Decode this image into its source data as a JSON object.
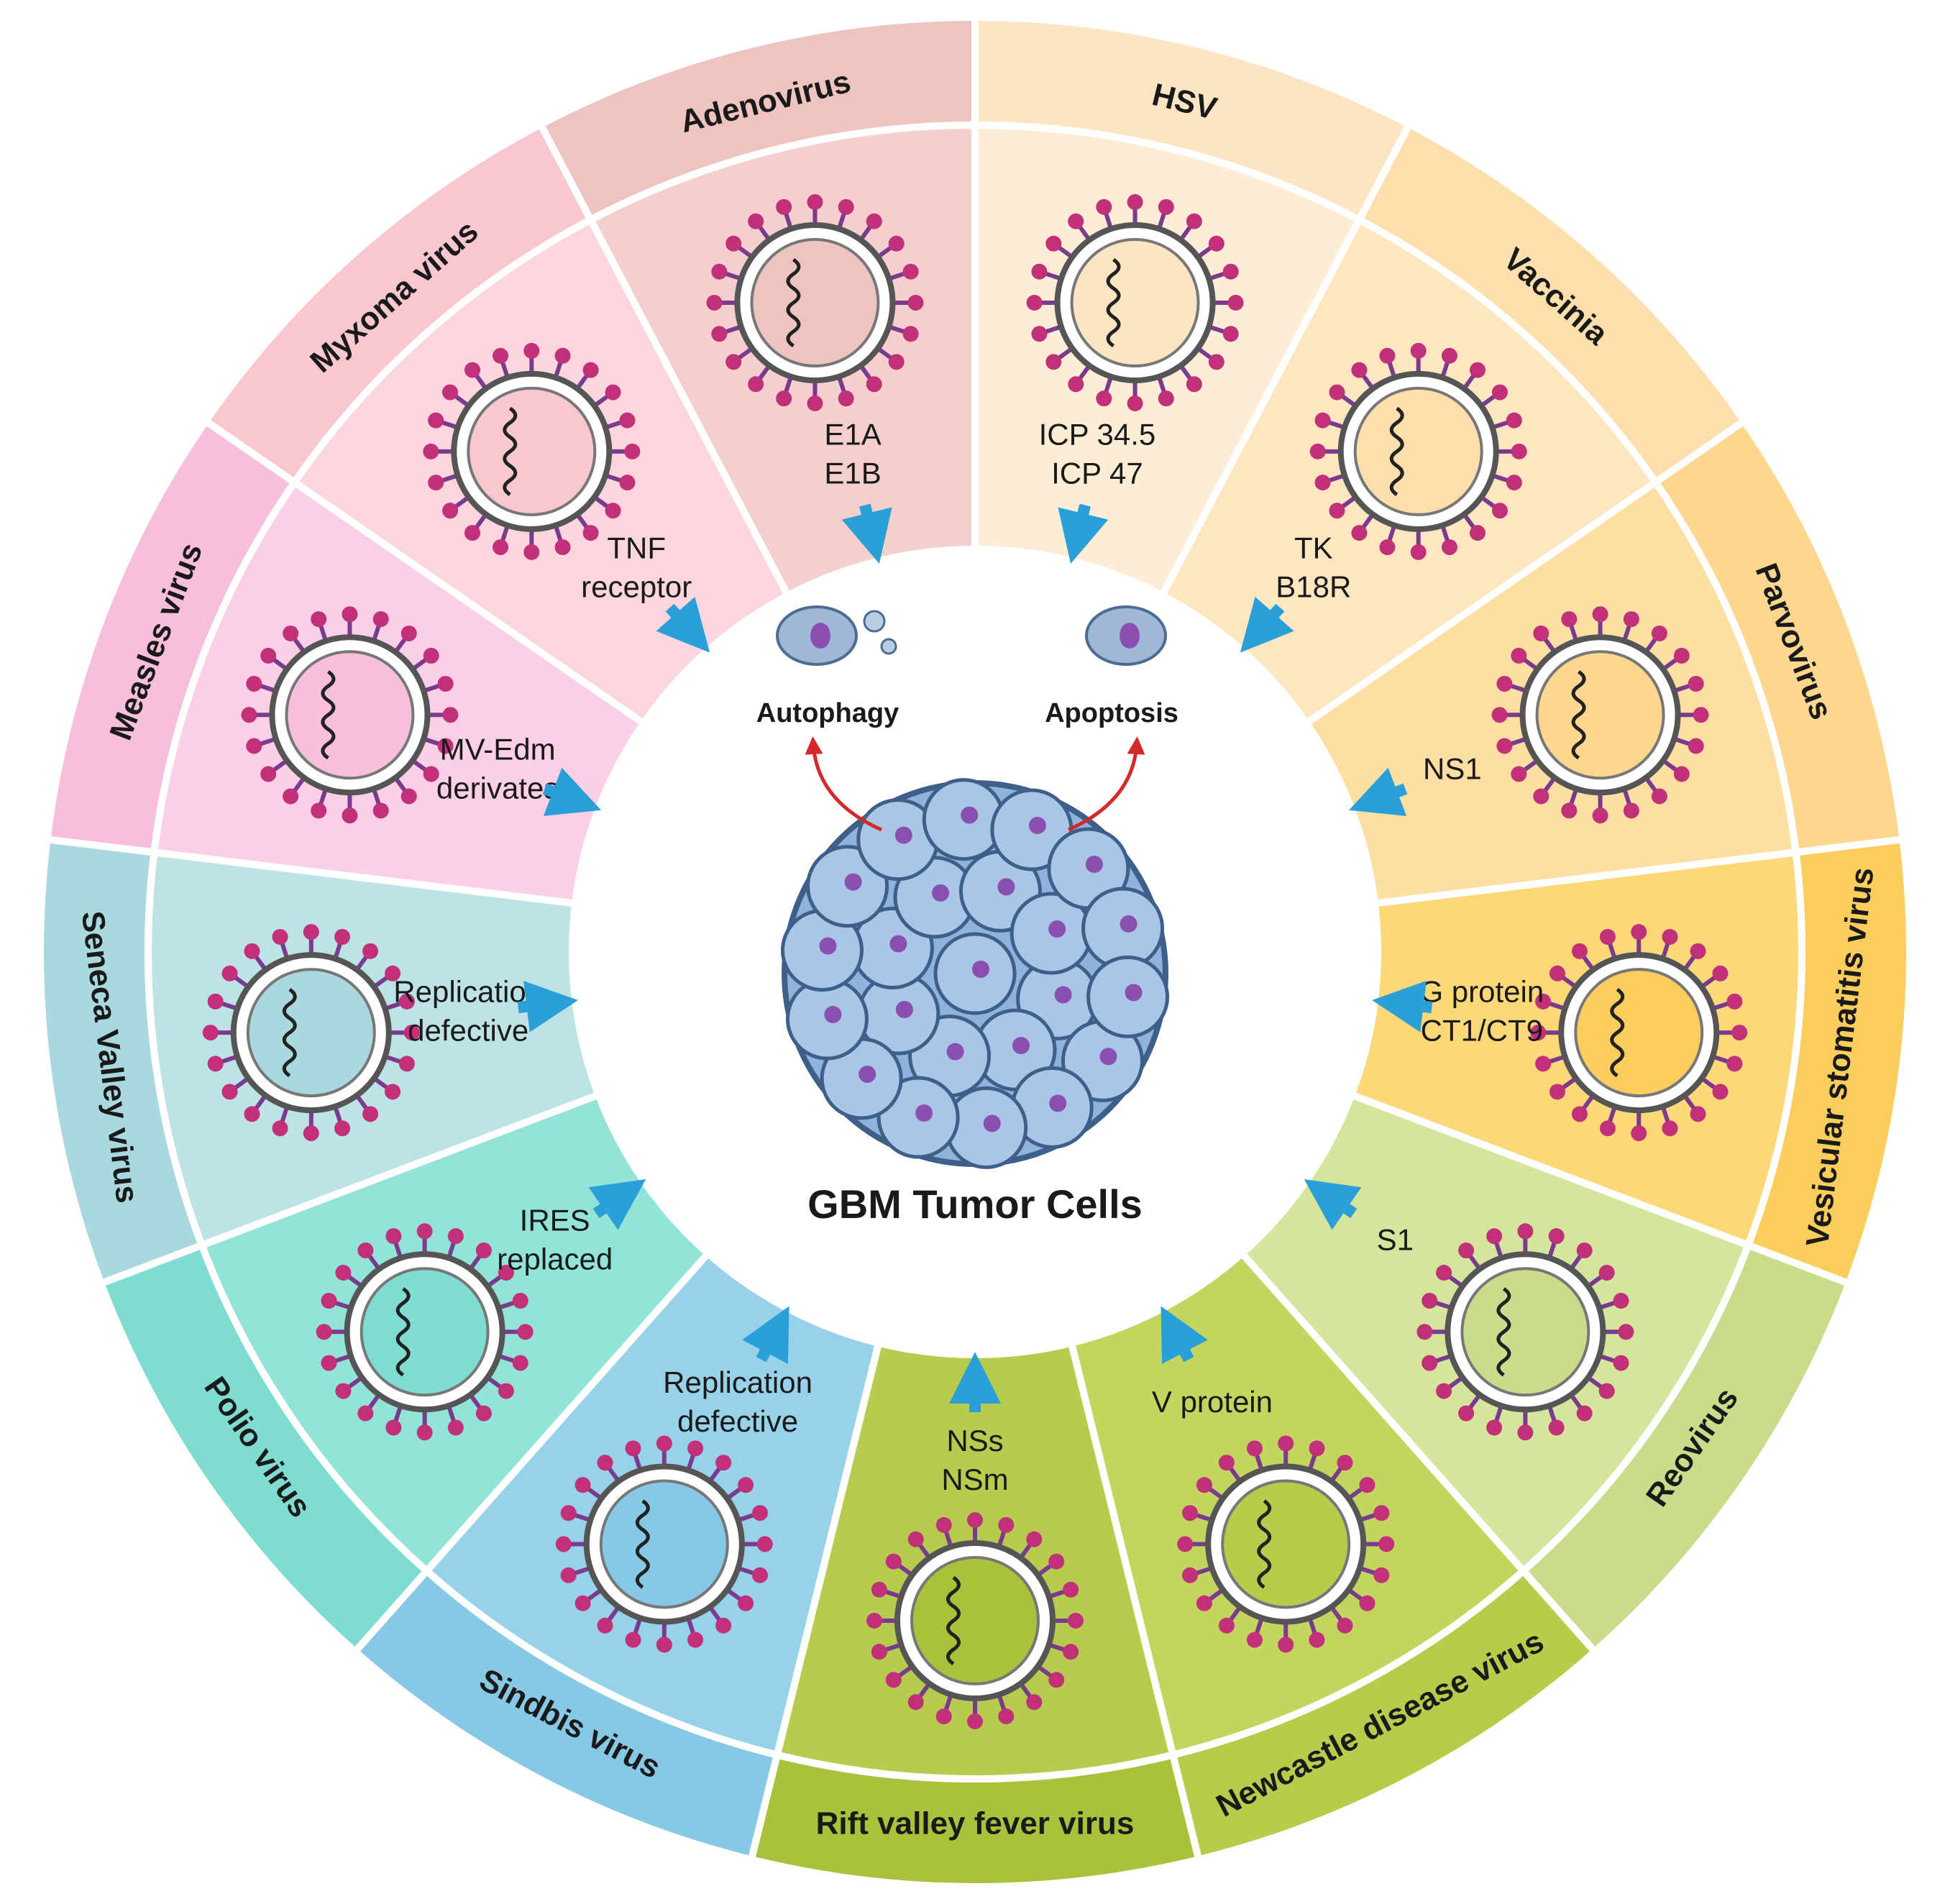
{
  "center": {
    "title": "GBM Tumor Cells",
    "outcomes": [
      "Autophagy",
      "Apoptosis"
    ]
  },
  "colors": {
    "arrow": "#2a9fd8",
    "curved_arrow": "#d62828",
    "cell_fill": "#8fb3d9",
    "cell_stroke": "#3d5f8a",
    "nucleus": "#8a4fb0"
  },
  "segments": [
    {
      "name": "HSV",
      "modifications": [
        "ICP 34.5",
        "ICP 47"
      ],
      "outer_color": "#fde5c4",
      "inner_color": "#feedd6",
      "icon": "hsv-virion-icon"
    },
    {
      "name": "Vaccinia",
      "modifications": [
        "TK",
        "B18R"
      ],
      "outer_color": "#fddfae",
      "inner_color": "#fee7c0",
      "icon": "vaccinia-virion-icon"
    },
    {
      "name": "Parvovirus",
      "modifications": [
        "NS1"
      ],
      "outer_color": "#fdd68f",
      "inner_color": "#fedfa3",
      "icon": "parvovirus-virion-icon"
    },
    {
      "name": "Vesicular stomatitis virus",
      "modifications": [
        "G protein",
        "CT1/CT9"
      ],
      "outer_color": "#fbcd5c",
      "inner_color": "#fcd879",
      "icon": "vsv-virion-icon"
    },
    {
      "name": "Reovirus",
      "modifications": [
        "S1"
      ],
      "outer_color": "#c8dc8c",
      "inner_color": "#d4e59c",
      "icon": "reovirus-virion-icon"
    },
    {
      "name": "Newcastle disease virus",
      "modifications": [
        "V protein"
      ],
      "outer_color": "#b6cc4a",
      "inner_color": "#c3d55e",
      "icon": "ndv-virion-icon"
    },
    {
      "name": "Rift valley fever virus",
      "modifications": [
        "NSs",
        "NSm"
      ],
      "outer_color": "#a9c23b",
      "inner_color": "#b7cc4f",
      "icon": "rvfv-virion-icon"
    },
    {
      "name": "Sindbis virus",
      "modifications": [
        "Replication",
        "defective"
      ],
      "outer_color": "#86c8e6",
      "inner_color": "#97d1ea",
      "icon": "sindbis-virion-icon"
    },
    {
      "name": "Polio virus",
      "modifications": [
        "IRES",
        "replaced"
      ],
      "outer_color": "#7edcd0",
      "inner_color": "#92e3d8",
      "icon": "polio-virion-icon"
    },
    {
      "name": "Seneca Valley virus",
      "modifications": [
        "Replication",
        "defective"
      ],
      "outer_color": "#a9d9de",
      "inner_color": "#bde3e7",
      "icon": "svv-virion-icon"
    },
    {
      "name": "Measles virus",
      "modifications": [
        "MV-Edm",
        "derivates"
      ],
      "outer_color": "#f8bfdc",
      "inner_color": "#fbd0e6",
      "icon": "measles-virion-icon"
    },
    {
      "name": "Myxoma virus",
      "modifications": [
        "TNF",
        "receptor"
      ],
      "outer_color": "#f9c7d0",
      "inner_color": "#fbd6dc",
      "icon": "myxoma-virion-icon"
    },
    {
      "name": "Adenovirus",
      "modifications": [
        "E1A",
        "E1B"
      ],
      "outer_color": "#efc3c0",
      "inner_color": "#f3d0cd",
      "icon": "adenovirus-virion-icon"
    }
  ]
}
